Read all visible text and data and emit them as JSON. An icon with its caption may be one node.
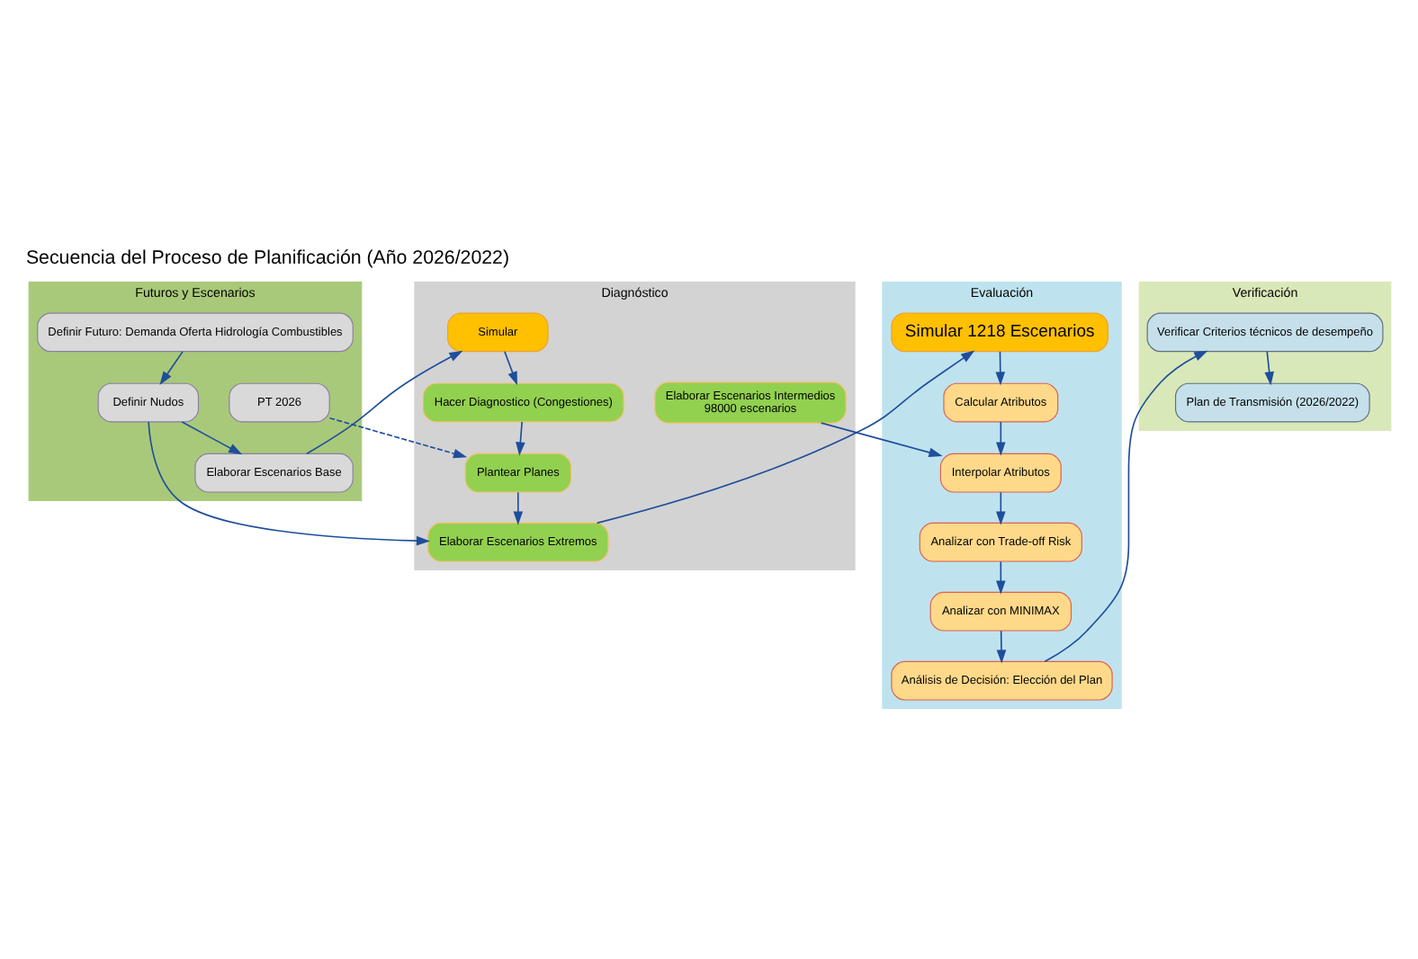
{
  "diagram": {
    "title": "Secuencia del Proceso de Planificación (Año 2026/2022)",
    "nodes": [
      {
        "text": [
          "Futuros y Escenarios"
        ]
      },
      {
        "text": [
          "Definir Futuro: Demanda Oferta Hidrología Combustibles"
        ],
        "in": 0
      },
      {
        "text": [
          "Definir Nudos"
        ],
        "in": 0
      },
      {
        "text": [
          "Elaborar Escenarios Base"
        ],
        "in": 0
      },
      {
        "text": [
          "PT 2026"
        ],
        "in": 0
      },
      {
        "text": [
          "Diagnóstico"
        ]
      },
      {
        "text": [
          "Simular"
        ],
        "in": 5
      },
      {
        "text": [
          "Hacer Diagnostico (Congestiones)"
        ],
        "in": 5
      },
      {
        "text": [
          "Plantear Planes"
        ],
        "in": 5
      },
      {
        "text": [
          "Elaborar Escenarios Extremos"
        ],
        "in": 5
      },
      {
        "text": [
          "Elaborar Escenarios Intermedios",
          "98000 escenarios"
        ],
        "in": 5
      },
      {
        "text": [
          "Evaluación"
        ]
      },
      {
        "text": [
          "Simular 1218 Escenarios"
        ],
        "in": 11
      },
      {
        "text": [
          "Calcular Atributos"
        ],
        "in": 11
      },
      {
        "text": [
          "Interpolar Atributos"
        ],
        "in": 11
      },
      {
        "text": [
          "Analizar con Trade-off Risk"
        ],
        "in": 11
      },
      {
        "text": [
          "Analizar con MINIMAX"
        ],
        "in": 11
      },
      {
        "text": [
          "Análisis de Decisión: Elección del Plan"
        ],
        "in": 11
      },
      {
        "text": [
          "Verificación"
        ]
      },
      {
        "text": [
          "Verificar Criterios técnicos de desempeño"
        ],
        "in": 18
      },
      {
        "text": [
          "Plan de Transmisión (2026/2022)"
        ],
        "in": 18
      }
    ],
    "edges": [
      {
        "from": 1,
        "to": 2,
        "arrow": "to"
      },
      {
        "from": 2,
        "to": 3,
        "arrow": "to"
      },
      {
        "from": 3,
        "to": 6,
        "arrow": "to"
      },
      {
        "from": 2,
        "to": 9,
        "arrow": "to"
      },
      {
        "from": 4,
        "to": 8,
        "arrow": "to",
        "style": "dashed"
      },
      {
        "from": 6,
        "to": 7,
        "arrow": "to"
      },
      {
        "from": 7,
        "to": 8,
        "arrow": "to"
      },
      {
        "from": 8,
        "to": 9,
        "arrow": "to"
      },
      {
        "from": 9,
        "to": 12,
        "arrow": "to"
      },
      {
        "from": 12,
        "to": 13,
        "arrow": "to"
      },
      {
        "from": 13,
        "to": 14,
        "arrow": "to"
      },
      {
        "from": 10,
        "to": 14,
        "arrow": "to"
      },
      {
        "from": 14,
        "to": 15,
        "arrow": "to"
      },
      {
        "from": 15,
        "to": 16,
        "arrow": "to"
      },
      {
        "from": 16,
        "to": 17,
        "arrow": "to"
      },
      {
        "from": 17,
        "to": 19,
        "arrow": "to"
      },
      {
        "from": 19,
        "to": 20,
        "arrow": "to"
      }
    ]
  }
}
